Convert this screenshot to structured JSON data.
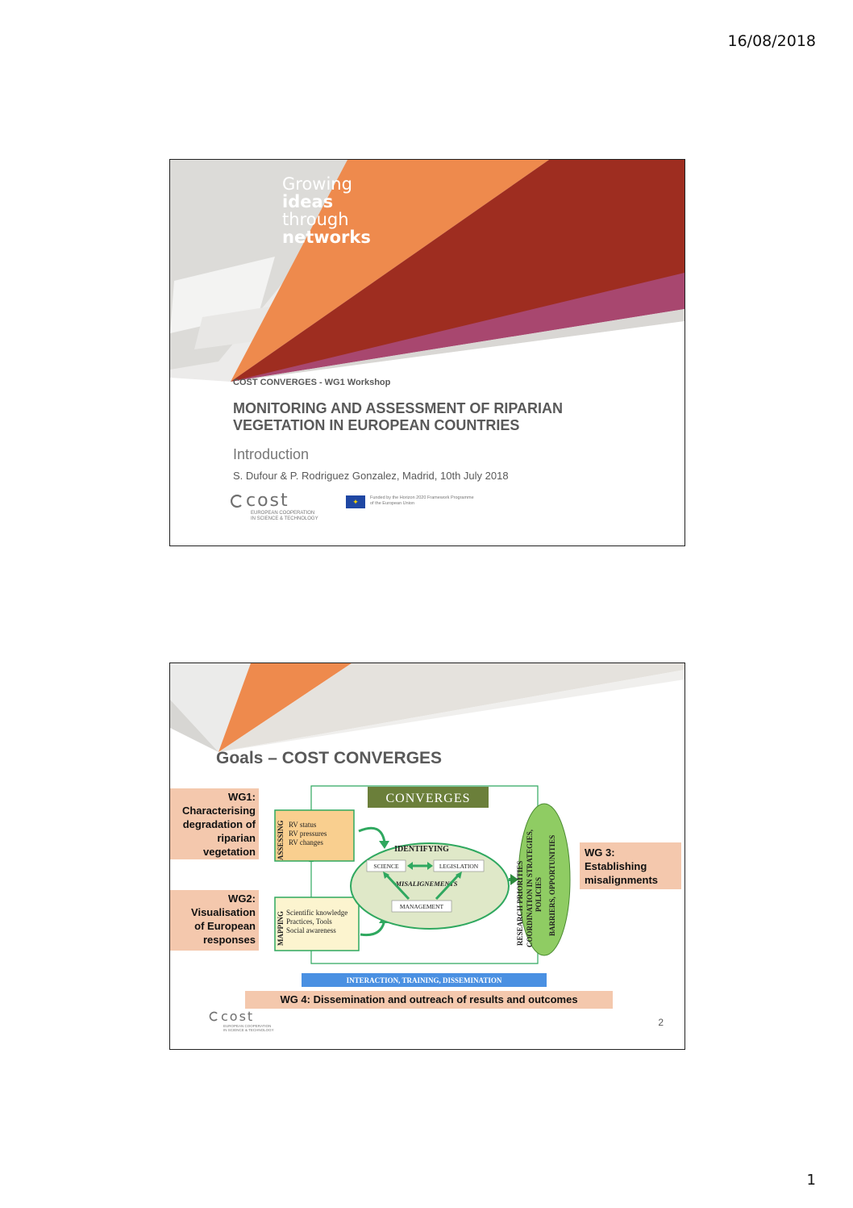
{
  "page": {
    "date": "16/08/2018",
    "number": "1"
  },
  "slide1": {
    "tagline": {
      "line1": "Growing",
      "line2": "ideas",
      "line3": "through",
      "line4": "networks"
    },
    "workshop": "COST CONVERGES - WG1 Workshop",
    "title_line1": "MONITORING AND ASSESSMENT OF RIPARIAN",
    "title_line2": "VEGETATION IN EUROPEAN COUNTRIES",
    "subtitle": "Introduction",
    "authors": "S. Dufour & P. Rodriguez Gonzalez, Madrid, 10th July 2018",
    "cost_logo": {
      "word": "cost",
      "line1": "EUROPEAN COOPERATION",
      "line2": "IN SCIENCE & TECHNOLOGY"
    },
    "eu_funding": {
      "line1": "Funded by the Horizon 2020 Framework Programme",
      "line2": "of the European Union"
    }
  },
  "slide2": {
    "title": "Goals – COST CONVERGES",
    "wg1": [
      "WG1:",
      "Characterising",
      "degradation of",
      "riparian",
      "vegetation"
    ],
    "wg2": [
      "WG2:",
      "Visualisation",
      "of European",
      "responses"
    ],
    "wg3": [
      "WG 3:",
      "Establishing",
      "misalignments"
    ],
    "wg4": "WG 4: Dissemination and outreach of results and outcomes",
    "diagram": {
      "header": "CONVERGES",
      "assessing_label": "ASSESSING",
      "assessing_items": [
        "RV status",
        "RV pressures",
        "RV changes"
      ],
      "mapping_label": "MAPPING",
      "mapping_items": [
        "Scientific knowledge",
        "Practices, Tools",
        "Social awareness"
      ],
      "identifying": "IDENTIFYING",
      "science": "SCIENCE",
      "legislation": "LEGISLATION",
      "misalignements": "MISALIGNEMENTS",
      "management": "MANAGEMENT",
      "oval_lines": [
        "RESEARCH PRIORITIES",
        "COORDINATION IN STRATEGIES,",
        "POLICIES",
        "BARRIERS, OPPORTUNITIES"
      ],
      "bottom_bar": "INTERACTION, TRAINING, DISSEMINATION"
    },
    "cost_logo": {
      "word": "cost",
      "line1": "EUROPEAN COOPERATION",
      "line2": "IN SCIENCE & TECHNOLOGY"
    },
    "slide_number": "2"
  },
  "colors": {
    "orange": "#ee8a4d",
    "dark_red": "#9e2d20",
    "magenta": "#a8476f",
    "peach": "#f4c8ad",
    "olive": "#6b7f3a",
    "green": "#2fa85f",
    "blue_bar": "#4a90e2"
  }
}
